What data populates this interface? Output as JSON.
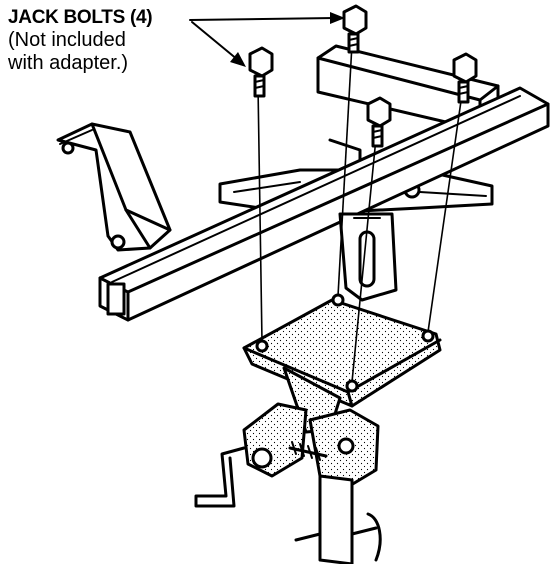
{
  "callout": {
    "title": "JACK BOLTS (4)",
    "note_line1": "(Not included",
    "note_line2": "with adapter.)"
  },
  "parts": {
    "jack_bolt_count": 4,
    "icons": [
      "jack-bolt-icon",
      "tow-bar-frame-icon",
      "adapter-plate-icon",
      "jack-icon",
      "jack-crank-handle-icon"
    ]
  },
  "colors": {
    "ink": "#000000",
    "paper": "#ffffff"
  }
}
